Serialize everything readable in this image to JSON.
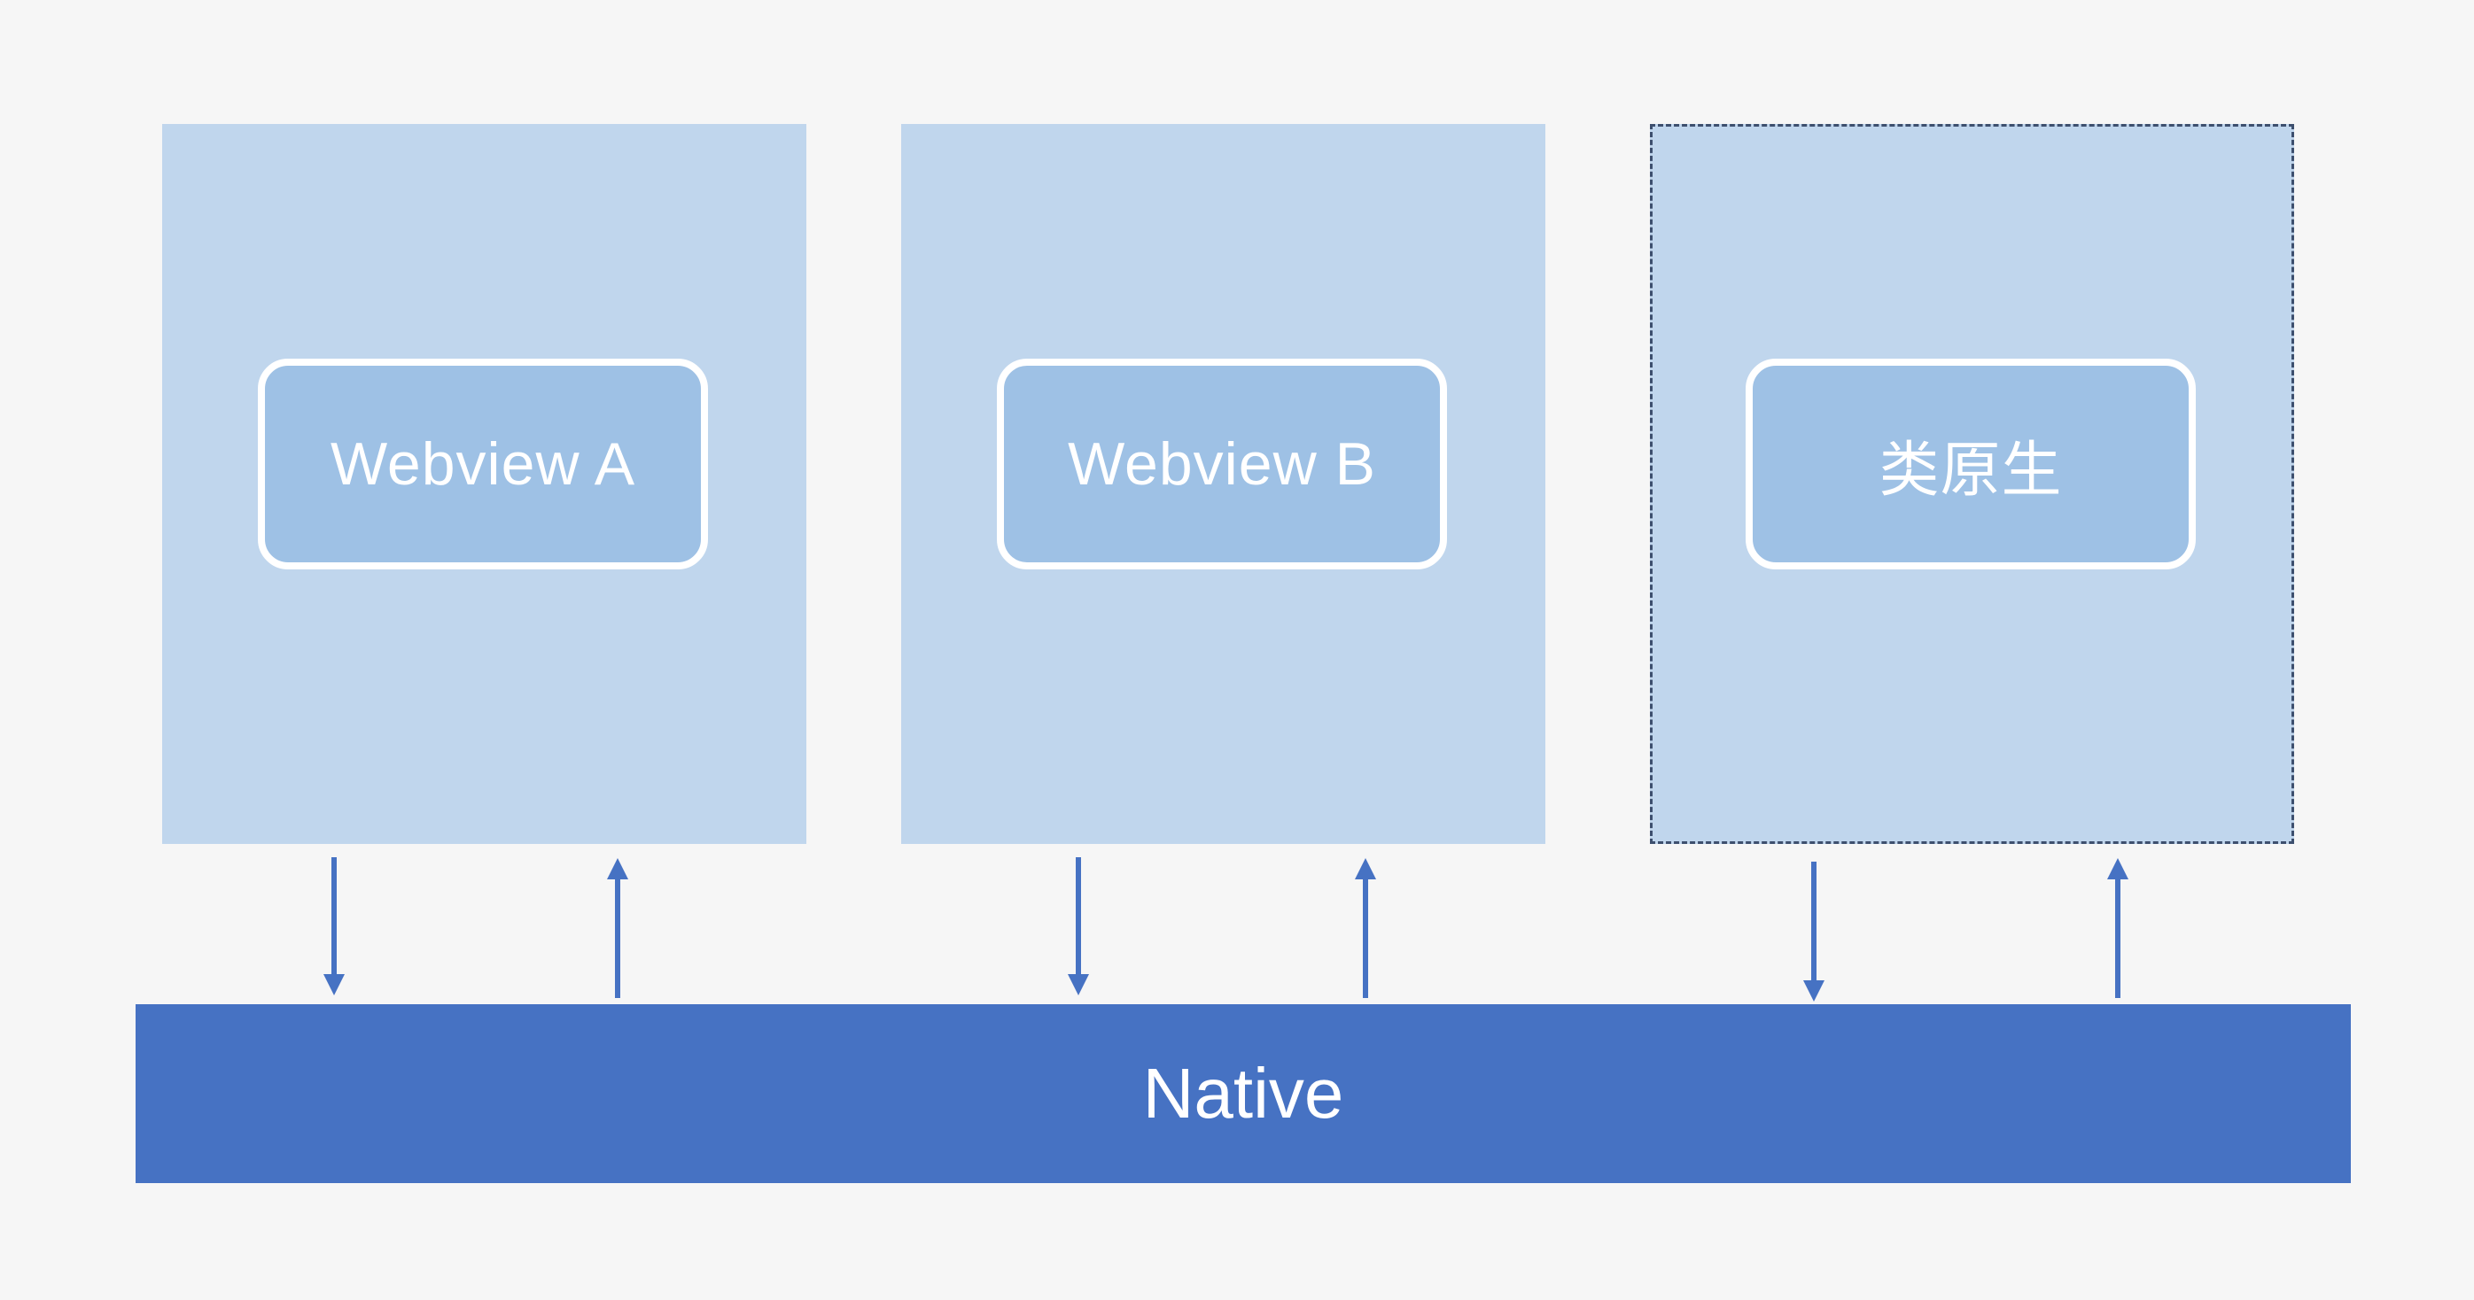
{
  "panels": [
    {
      "label": "Webview A",
      "style": "solid"
    },
    {
      "label": "Webview B",
      "style": "solid"
    },
    {
      "label": "类原生",
      "style": "dashed"
    }
  ],
  "native": {
    "label": "Native"
  },
  "colors": {
    "background": "#f6f6f6",
    "panel": "#c0d6ed",
    "card": "#9ec1e5",
    "card_border": "#ffffff",
    "native_bar": "#4672c3",
    "arrow": "#4672c3",
    "dashed_border": "#3d4f6e"
  }
}
